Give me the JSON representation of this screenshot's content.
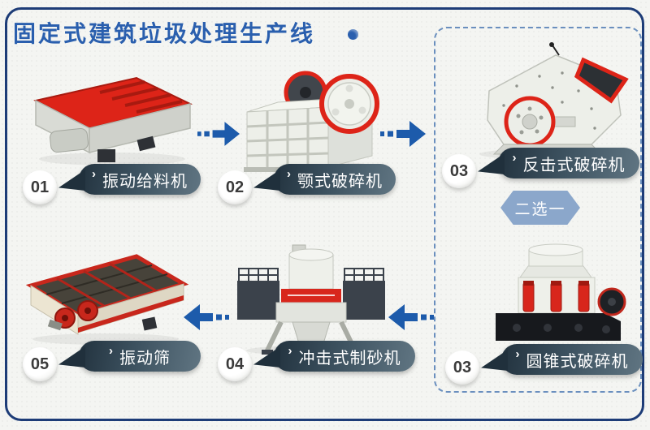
{
  "title": {
    "text": "固定式建筑垃圾处理生产线"
  },
  "steps": [
    {
      "number": "01",
      "label": "振动给料机",
      "machine": "vibrating-feeder"
    },
    {
      "number": "02",
      "label": "颚式破碎机",
      "machine": "jaw-crusher"
    },
    {
      "number": "03",
      "label": "反击式破碎机",
      "machine": "impact-crusher"
    },
    {
      "number": "03",
      "label": "圆锥式破碎机",
      "machine": "cone-crusher"
    },
    {
      "number": "04",
      "label": "冲击式制砂机",
      "machine": "impact-sand-maker"
    },
    {
      "number": "05",
      "label": "振动筛",
      "machine": "vibrating-screen"
    }
  ],
  "choice": {
    "label": "二选一"
  },
  "icons": {
    "chevron": "›",
    "title_dot": "●",
    "arrow_right": "➔",
    "arrow_left": "⬅"
  },
  "colors": {
    "frame_border": "#1d3c77",
    "title_blue": "#2a5fae",
    "arrow_blue": "#1d5bab",
    "pill_dark": "#22323e",
    "pill_light": "#607582",
    "hexagon_blue": "#8ba7cb",
    "machine_red": "#d8261c",
    "background": "#f4f5f2"
  }
}
